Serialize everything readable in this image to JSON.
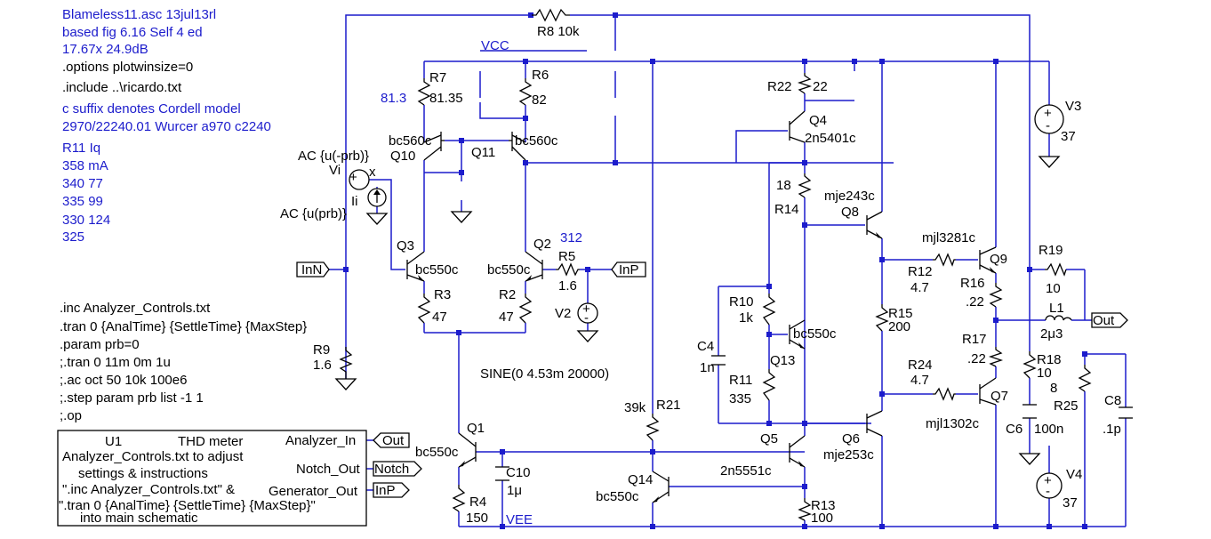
{
  "notes": {
    "file": "Blameless11.asc  13jul13rl",
    "based": "based fig 6.16 Self 4 ed",
    "gain": "17.67x 24.9dB",
    "options": ".options plotwinsize=0",
    "include": ".include ..\\ricardo.txt",
    "suffix": "c suffix denotes Cordell model",
    "wurcer": "2970/22240.01 Wurcer a970 c2240",
    "table_header": "R11   Iq",
    "table_row1": "358  mA",
    "table_row2": "340  77",
    "table_row3": "335  99",
    "table_row4": "330  124",
    "table_row5": "325"
  },
  "directives": {
    "d1": ".inc Analyzer_Controls.txt",
    "d2": ".tran 0 {AnalTime} {SettleTime} {MaxStep}",
    "d3": ".param prb=0",
    "d4": ";.tran 0 11m 0m 1u",
    "d5": ";.ac oct 50 10k 100e6",
    "d6": ";.step param prb list -1 1",
    "d7": ";.op"
  },
  "u1": {
    "name": "U1",
    "title": "THD meter",
    "desc1": "Analyzer_Controls.txt to adjust",
    "desc2": "settings & instructions",
    "desc3": "\".inc Analyzer_Controls.txt\" &",
    "desc4": "\".tran 0 {AnalTime} {SettleTime} {MaxStep}\"",
    "desc5": "into main schematic",
    "pin_in": "Analyzer_In",
    "pin_notch": "Notch_Out",
    "pin_gen": "Generator_Out"
  },
  "nets": {
    "vcc": "VCC",
    "vee": "VEE",
    "out": "Out",
    "inn": "InN",
    "inp": "InP",
    "notch": "Notch",
    "inp2": "InP",
    "out2": "Out"
  },
  "voltages": {
    "q10": "81.3",
    "q2": "312"
  },
  "probe": {
    "vi": "Vi",
    "ii": "Ii",
    "x": "x",
    "ac_top": "AC {u(-prb)}",
    "ac_bot": "AC {u(prb)}"
  },
  "components": {
    "r8": "R8 10k",
    "r7": "R7",
    "r7v": "81.35",
    "r6": "R6",
    "r6v": "82",
    "r22": "R22",
    "r22v": "22",
    "q4": "Q4",
    "q4m": "2n5401c",
    "q10m": "bc560c",
    "q10": "Q10",
    "q11": "Q11",
    "q11m": "bc560c",
    "v3": "V3",
    "v3v": "37",
    "r14v": "18",
    "r14": "R14",
    "q8m": "mje243c",
    "q8": "Q8",
    "q3": "Q3",
    "q3m": "bc550c",
    "q2": "Q2",
    "q2m": "bc550c",
    "r5": "R5",
    "r5v": "1.6",
    "r3": "R3",
    "r3v": "47",
    "r2": "R2",
    "r2v": "47",
    "v2": "V2",
    "r9": "R9",
    "r9v": "1.6",
    "sine": "SINE(0 4.53m 20000)",
    "r10": "R10",
    "r10v": "1k",
    "q13m": "bc550c",
    "q13": "Q13",
    "c4": "C4",
    "c4v": "1n",
    "r11": "R11",
    "r11v": "335",
    "mjl3281": "mjl3281c",
    "q9": "Q9",
    "r12": "R12",
    "r12v": "4.7",
    "r16": "R16",
    "r16v": ".22",
    "r19": "R19",
    "r19v": "10",
    "l1": "L1",
    "l1v": "2μ3",
    "r15": "R15",
    "r15v": "200",
    "r17": "R17",
    "r17v": ".22",
    "r18": "R18",
    "r18v": "10",
    "r24": "R24",
    "r24v": "4.7",
    "q7": "Q7",
    "r25v": "8",
    "r25": "R25",
    "c8": "C8",
    "c8v": ".1p",
    "mjl1302": "mjl1302c",
    "c6": "C6",
    "c6v": "100n",
    "r21v": "39k",
    "r21": "R21",
    "q1": "Q1",
    "q1m": "bc550c",
    "q5": "Q5",
    "q6": "Q6",
    "q6m": "mje253c",
    "c10": "C10",
    "c10v": "1μ",
    "q14": "Q14",
    "q14m": "bc550c",
    "q5m": "2n5551c",
    "r13": "R13",
    "r13v": "100",
    "r4": "R4",
    "r4v": "150",
    "v4": "V4",
    "v4v": "37"
  }
}
